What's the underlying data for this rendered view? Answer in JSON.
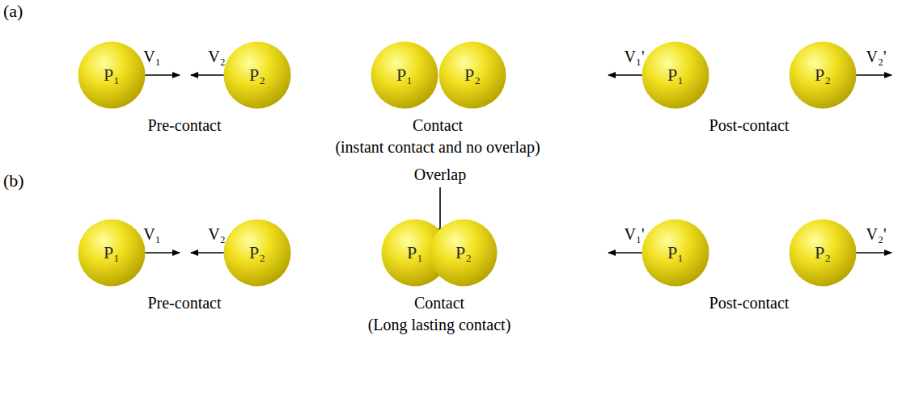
{
  "diagram": {
    "nodes": [
      {
        "text": [
          "P₁"
        ]
      },
      {
        "text": [
          "P₂"
        ]
      },
      {
        "text": [
          "P₁"
        ]
      },
      {
        "text": [
          "P₂"
        ]
      },
      {
        "text": [
          "P₁"
        ]
      },
      {
        "text": [
          "P₂"
        ]
      },
      {
        "text": [
          "P₁"
        ]
      },
      {
        "text": [
          "P₂"
        ]
      },
      {
        "text": [
          "P₁"
        ]
      },
      {
        "text": [
          "P₂"
        ]
      },
      {
        "text": [
          "P₁"
        ]
      },
      {
        "text": [
          "P₂"
        ]
      }
    ],
    "edges": [],
    "labels": [
      "(a)",
      "V₁",
      "V₂",
      "Pre-contact",
      "Contact",
      "(instant contact and no overlap)",
      "V₁'",
      "V₂'",
      "Post-contact",
      "(b)",
      "V₁",
      "V₂",
      "Overlap",
      "Pre-contact",
      "Contact",
      "(Long lasting contact)",
      "V₁'",
      "V₂'",
      "Post-contact"
    ]
  }
}
